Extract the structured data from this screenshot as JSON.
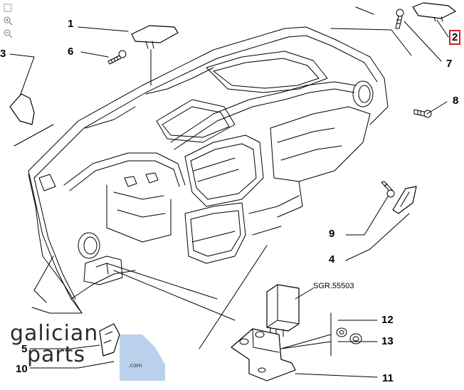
{
  "toolbar": {
    "tools": [
      {
        "icon": "fit-page-icon"
      },
      {
        "icon": "zoom-in-icon"
      },
      {
        "icon": "zoom-out-icon"
      }
    ]
  },
  "diagram": {
    "callouts": [
      {
        "id": "c1",
        "label": "1"
      },
      {
        "id": "c2",
        "label": "2",
        "highlighted": true
      },
      {
        "id": "c3",
        "label": "3"
      },
      {
        "id": "c4",
        "label": "4"
      },
      {
        "id": "c5",
        "label": "5"
      },
      {
        "id": "c6",
        "label": "6"
      },
      {
        "id": "c7",
        "label": "7"
      },
      {
        "id": "c8",
        "label": "8"
      },
      {
        "id": "c9",
        "label": "9"
      },
      {
        "id": "c10",
        "label": "10"
      },
      {
        "id": "c11",
        "label": "11"
      },
      {
        "id": "c12",
        "label": "12"
      },
      {
        "id": "c13",
        "label": "13"
      }
    ],
    "reference_code": "SGR.55503",
    "highlight_color": "#d21f1f",
    "line_color": "#000000"
  },
  "watermark": {
    "line1": "galician",
    "line2": "parts",
    "suffix": ".com",
    "accent_color": "#a9c6e8"
  }
}
